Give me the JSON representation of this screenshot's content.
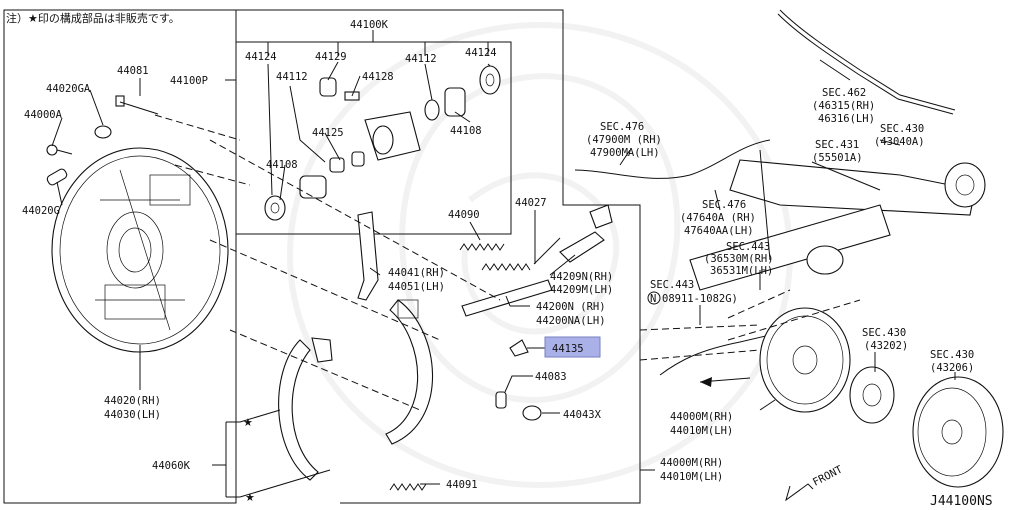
{
  "note": "注）★印の構成部品は非販売です。",
  "diagram_id": "J44100NS",
  "front_label": "FRONT",
  "highlight": {
    "color": "#aab0e8",
    "part": "44135"
  },
  "labels": {
    "l44100K": "44100K",
    "l44100P": "44100P",
    "l44124a": "44124",
    "l44129": "44129",
    "l44112a": "44112",
    "l44128": "44128",
    "l44112b": "44112",
    "l44124b": "44124",
    "l44125": "44125",
    "l44108a": "44108",
    "l44108b": "44108",
    "l44081": "44081",
    "l44020GA": "44020GA",
    "l44000A": "44000A",
    "l44020G": "44020G",
    "l44020": "44020(RH)",
    "l44030": "44030(LH)",
    "l44090": "44090",
    "l44027": "44027",
    "l44041": "44041(RH)",
    "l44051": "44051(LH)",
    "l44209N": "44209N(RH)",
    "l44209M": "44209M(LH)",
    "l44200N": "44200N (RH)",
    "l44200NA": "44200NA(LH)",
    "l44135": "44135",
    "l44083": "44083",
    "l44043X": "44043X",
    "l44060K": "44060K",
    "l44091": "44091",
    "l44000Mb": "44000M(RH)",
    "l44010Mb": "44010M(LH)",
    "l44000Ma": "44000M(RH)",
    "l44010Ma": "44010M(LH)",
    "sec462": "SEC.462",
    "sec462a": "(46315(RH)",
    "sec462b": "46316(LH)",
    "sec430a": "SEC.430",
    "sec430a1": "(43040A)",
    "sec431": "SEC.431",
    "sec431a": "(55501A)",
    "sec476a": "SEC.476",
    "sec476a1": "(47900M (RH)",
    "sec476a2": "47900MA(LH)",
    "sec476b": "SEC.476",
    "sec476b1": "(47640A (RH)",
    "sec476b2": "47640AA(LH)",
    "sec443a": "SEC.443",
    "sec443a1": "(36530M(RH)",
    "sec443a2": "36531M(LH)",
    "sec443b": "SEC.443",
    "sec443b1": "08911-1082G)",
    "sec443b_n": "N",
    "sec430b": "SEC.430",
    "sec430b1": "(43202)",
    "sec430c": "SEC.430",
    "sec430c1": "(43206)"
  }
}
